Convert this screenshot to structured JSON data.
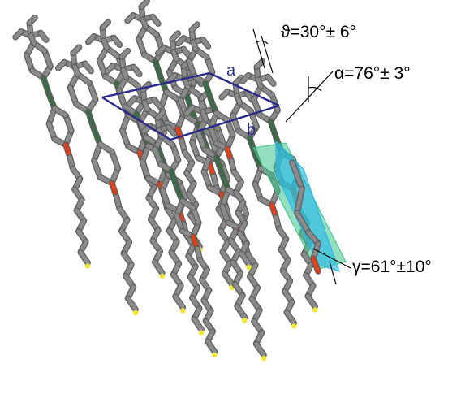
{
  "annotations": {
    "theta": "ϑ=30°± 6°",
    "alpha": "α=76°± 3°",
    "gamma": "γ=61°±10°"
  },
  "unit_cell": {
    "a_label": "a",
    "b_label": "b"
  },
  "colors": {
    "bond": "#8a8a8a",
    "bond_edge": "#5e5e5e",
    "nitrogen": "#3d6b47",
    "oxygen": "#e0401a",
    "sulfur": "#f2e632",
    "cell": "#2a2a8c",
    "plane_green": "#3cc48a",
    "plane_cyan": "#2ab8e8",
    "guide": "#000000"
  }
}
